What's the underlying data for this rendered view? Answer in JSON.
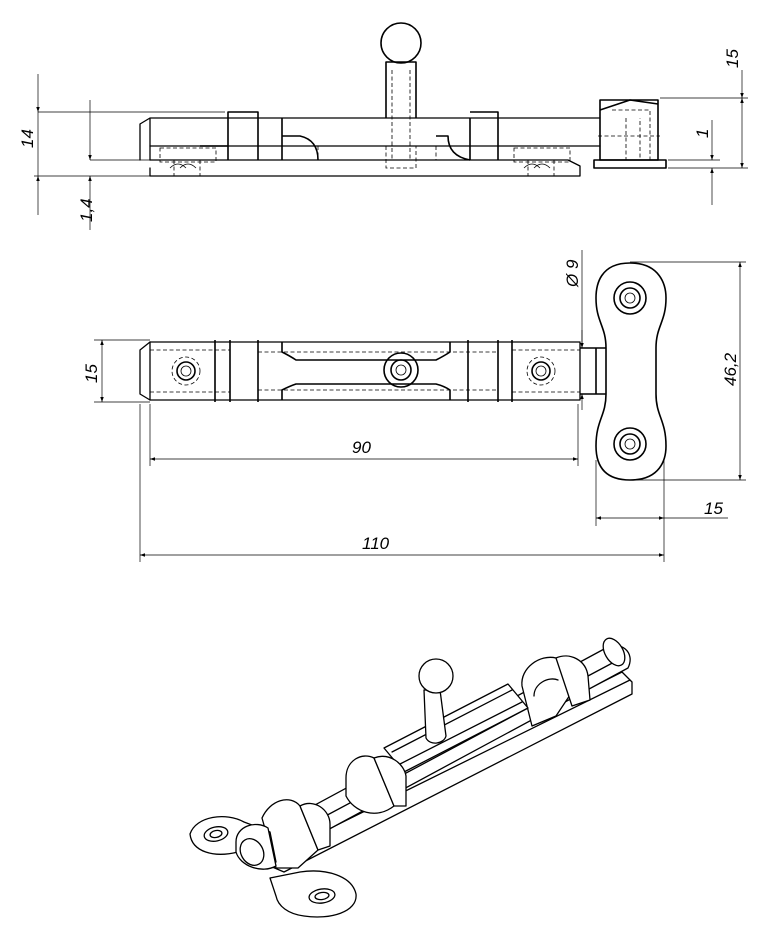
{
  "drawing": {
    "dimensions": {
      "top_height": "14",
      "top_plate": "1,4",
      "top_catch": "15",
      "top_catch_plate": "1",
      "hole_diameter": "Ø 9",
      "plan_width": "15",
      "catch_span": "46,2",
      "catch_width": "15",
      "body_length": "90",
      "overall_length": "110"
    }
  }
}
